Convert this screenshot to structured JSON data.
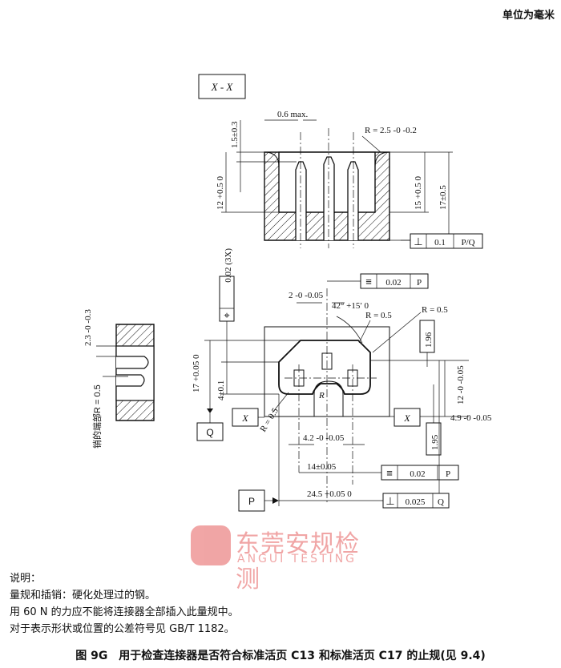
{
  "unit_note": "单位为毫米",
  "section_label": "X - X",
  "section_dims": {
    "d_0_6": "0.6 max.",
    "d_1_5": "1.5±0.3",
    "d_12": "12 +0.5 0",
    "d_r": "R = 2.5 -0 -0.2",
    "d_15": "15 +0.5 0",
    "d_17": "17±0.5",
    "fcf_perp_sym": "⊥",
    "fcf_perp_val": "0.1",
    "fcf_perp_ref": "P/Q"
  },
  "plan_dims": {
    "d_0_02_3x": "0.02 (3X)",
    "pos_sym": "⌖",
    "d_2": "2 -0 -0.05",
    "d_42": "42° +15′ 0",
    "d_r05_a": "R = 0.5",
    "d_r05_b": "R = 0.5",
    "d_r05_c": "R = 0.5",
    "d_R": "R",
    "d_1_96": "1.96",
    "d_1_95": "1.95",
    "d_17_05": "17 +0.05 0",
    "d_4": "4±0.1",
    "d_12_05": "12 -0 -0.05",
    "d_4_9": "4.9 -0 -0.05",
    "d_4_2": "4.2 -0 -0.05",
    "d_14": "14±0.05",
    "d_24_5": "24.5 +0.05 0",
    "sym_sym": "≡",
    "fcf_top_val": "0.02",
    "fcf_top_ref": "P",
    "fcf_mid_val": "0.02",
    "fcf_mid_ref": "P",
    "fcf_bot_val": "0.025",
    "fcf_bot_ref": "Q",
    "perp_sym": "⊥",
    "datum_q": "Q",
    "datum_p": "P",
    "x_left": "X",
    "x_right": "X"
  },
  "side_dims": {
    "d_2_3": "2.3 -0 -0.3",
    "pin_end_note": "销的端部R = 0.5"
  },
  "notes": {
    "title": "说明：",
    "line1": "量规和插销：硬化处理过的钢。",
    "line2": "用 60 N 的力应不能将连接器全部插入此量规中。",
    "line3": "对于表示形状或位置的公差符号见 GB/T 1182。"
  },
  "caption": "图 9G　用于检查连接器是否符合标准活页 C13 和标准活页 C17 的止规(见 9.4)",
  "watermark": {
    "cn": "东莞安规检测",
    "en": "ANGUI TESTING"
  },
  "colors": {
    "watermark": "#e03a3a",
    "ink": "#111111"
  }
}
